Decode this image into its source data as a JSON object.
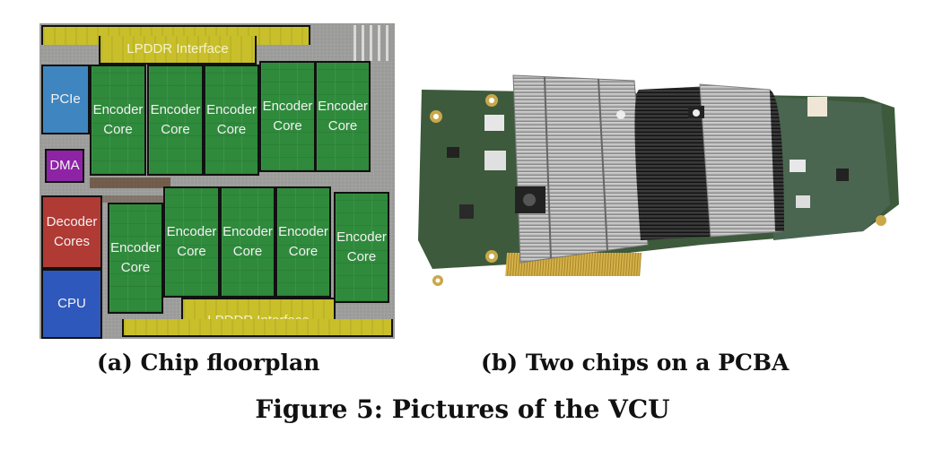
{
  "figure": {
    "caption": "Figure 5: Pictures of the VCU",
    "subfigures": [
      {
        "id": "a",
        "caption": "(a) Chip floorplan",
        "blocks": {
          "lpddr_top": "LPDDR Interface",
          "lpddr_bottom": "LPDDR Interface",
          "pcie": "PCIe",
          "dma": "DMA",
          "decoder": "Decoder\nCores",
          "cpu": "CPU",
          "encoder": "Encoder\nCore"
        },
        "encoder_core_count": 10
      },
      {
        "id": "b",
        "caption": "(b) Two chips on a PCBA",
        "image_description": "PCIe accelerator card with two finned aluminum heatsinks on a green PCB"
      }
    ]
  }
}
